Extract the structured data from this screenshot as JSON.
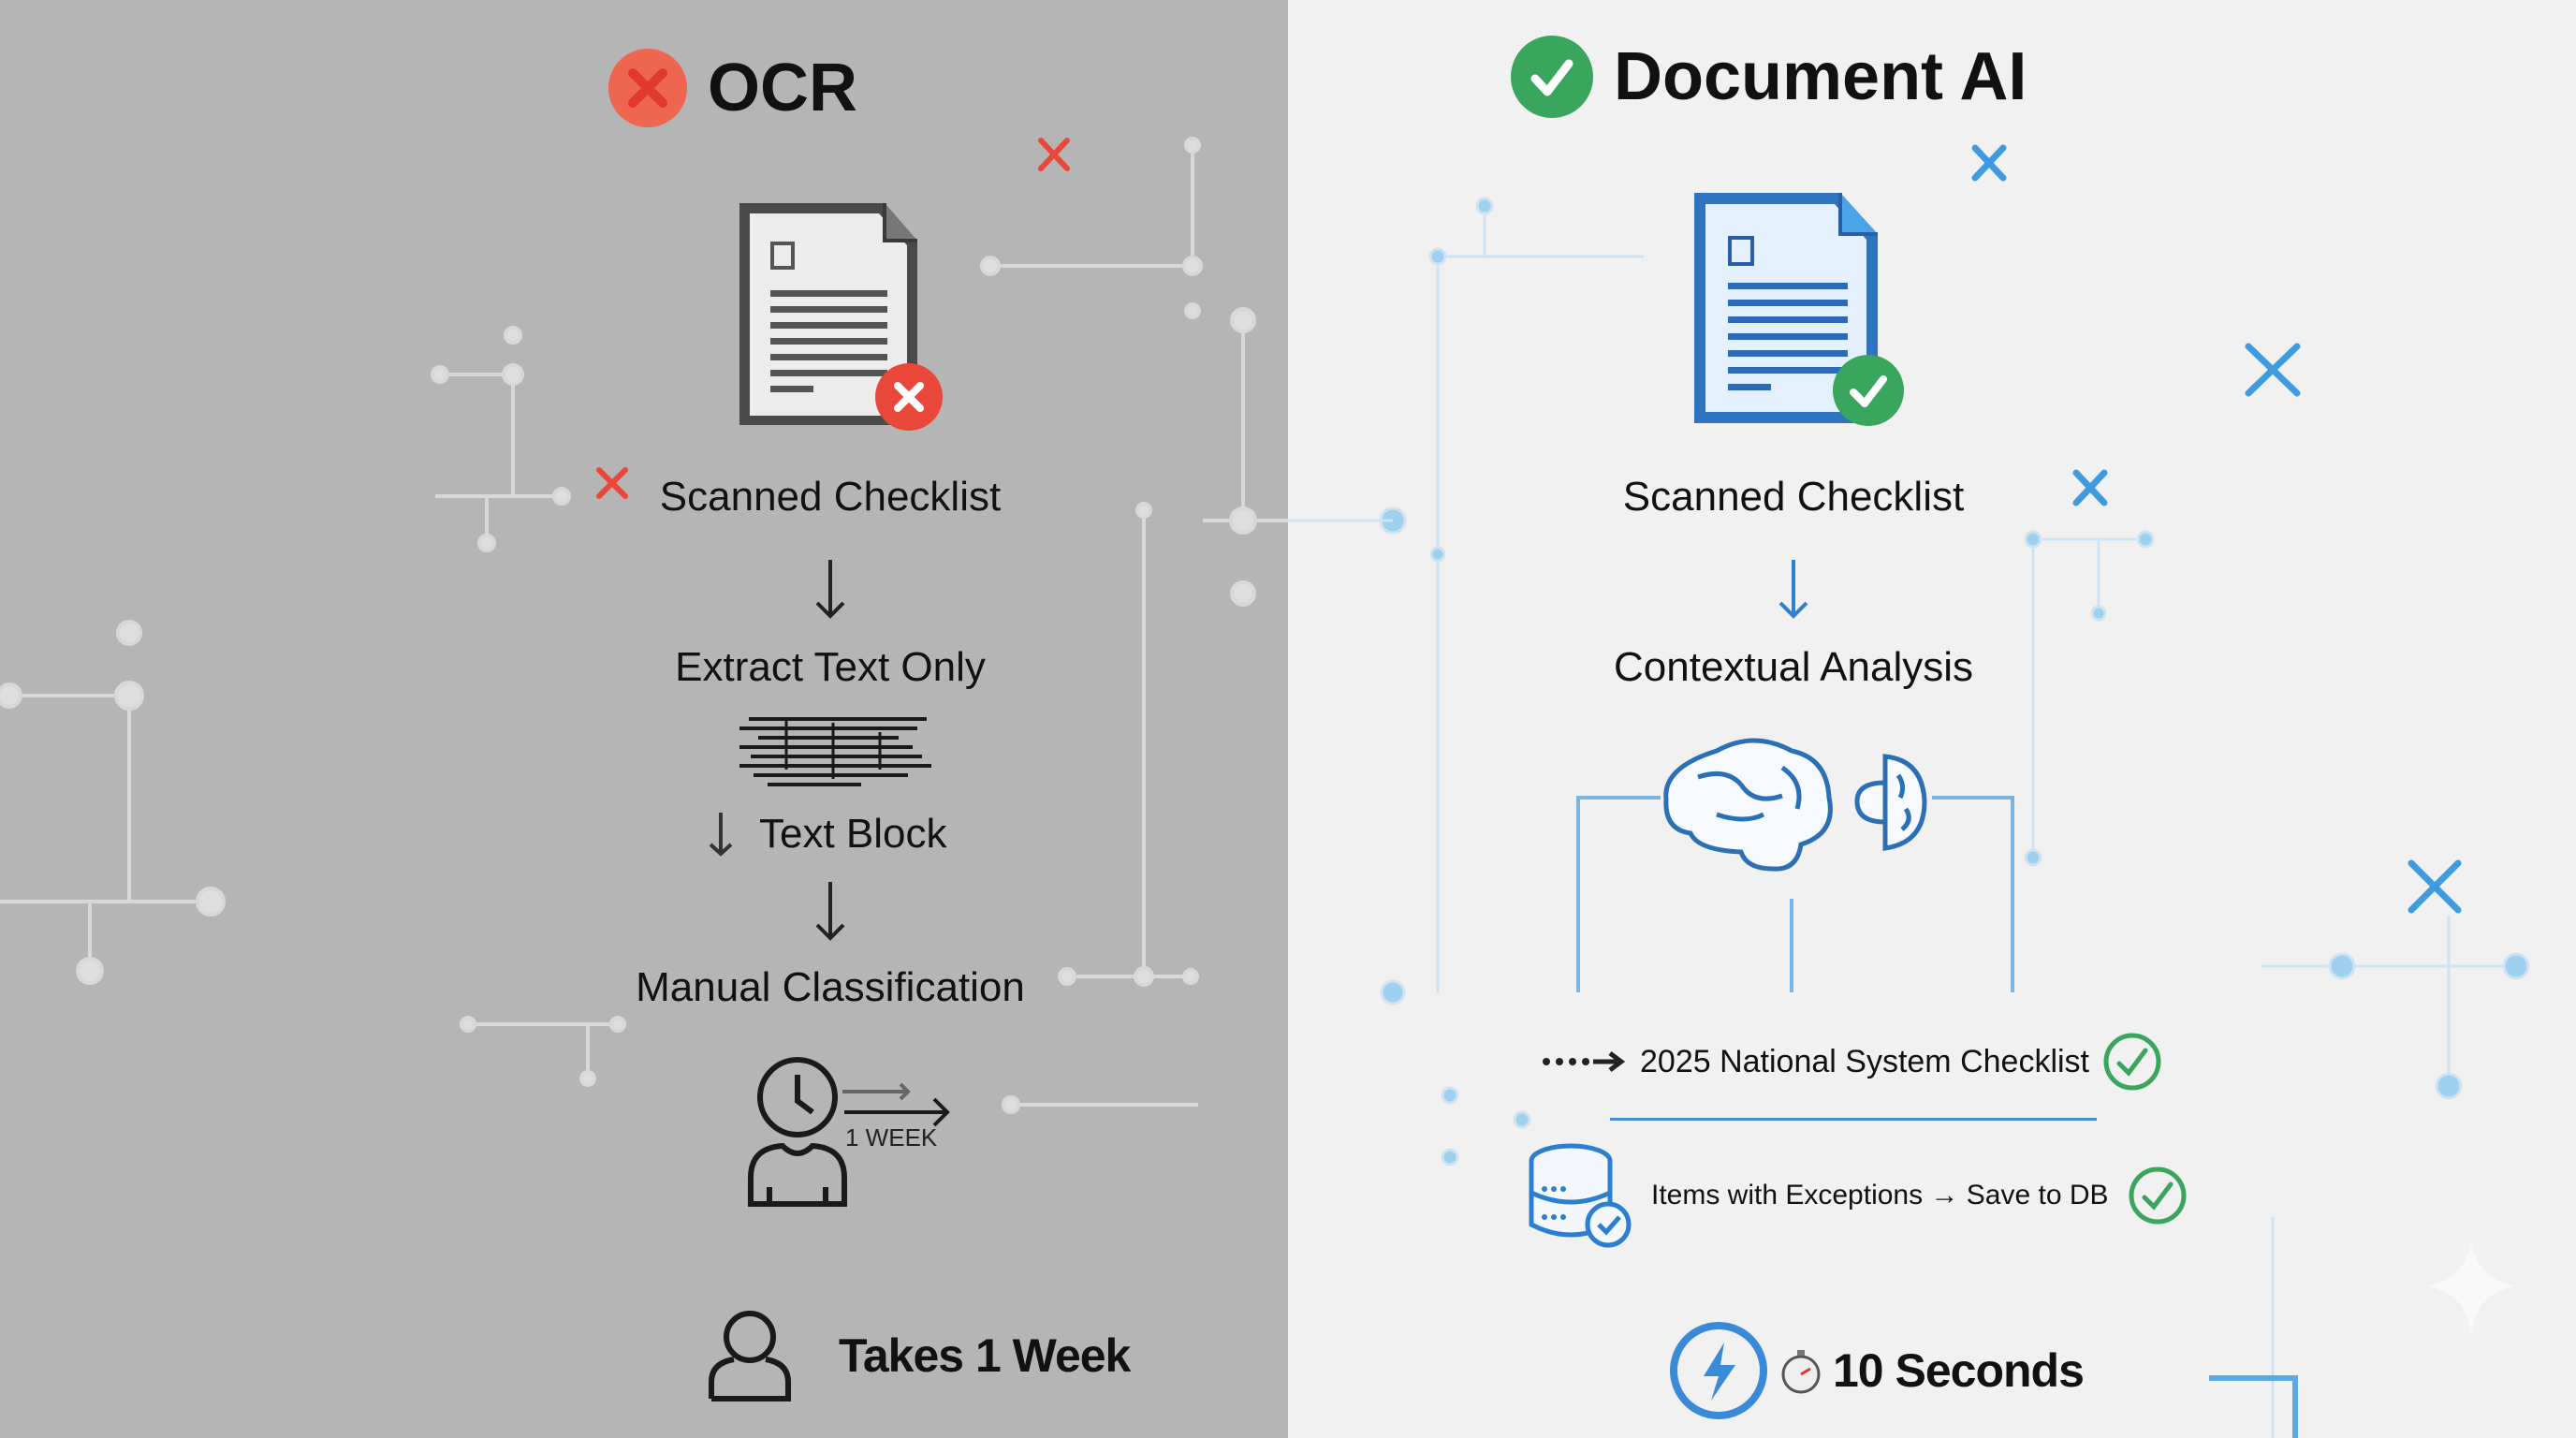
{
  "left": {
    "title": "OCR",
    "title_icon": "x-circle-icon",
    "accent": "#e8473a",
    "steps": {
      "doc_label": "Scanned Checklist",
      "step2": "Extract Text Only",
      "step3": "Text Block",
      "step4": "Manual Classification",
      "duration_tag": "1 WEEK"
    },
    "footer": "Takes 1 Week"
  },
  "right": {
    "title": "Document AI",
    "title_icon": "check-circle-icon",
    "accent": "#3aa55c",
    "line_color": "#4a9fe0",
    "steps": {
      "doc_label": "Scanned Checklist",
      "step2": "Contextual Analysis",
      "output1": "2025 National System Checklist",
      "output2": "Items with Exceptions → Save to DB"
    },
    "footer": "10 Seconds"
  }
}
